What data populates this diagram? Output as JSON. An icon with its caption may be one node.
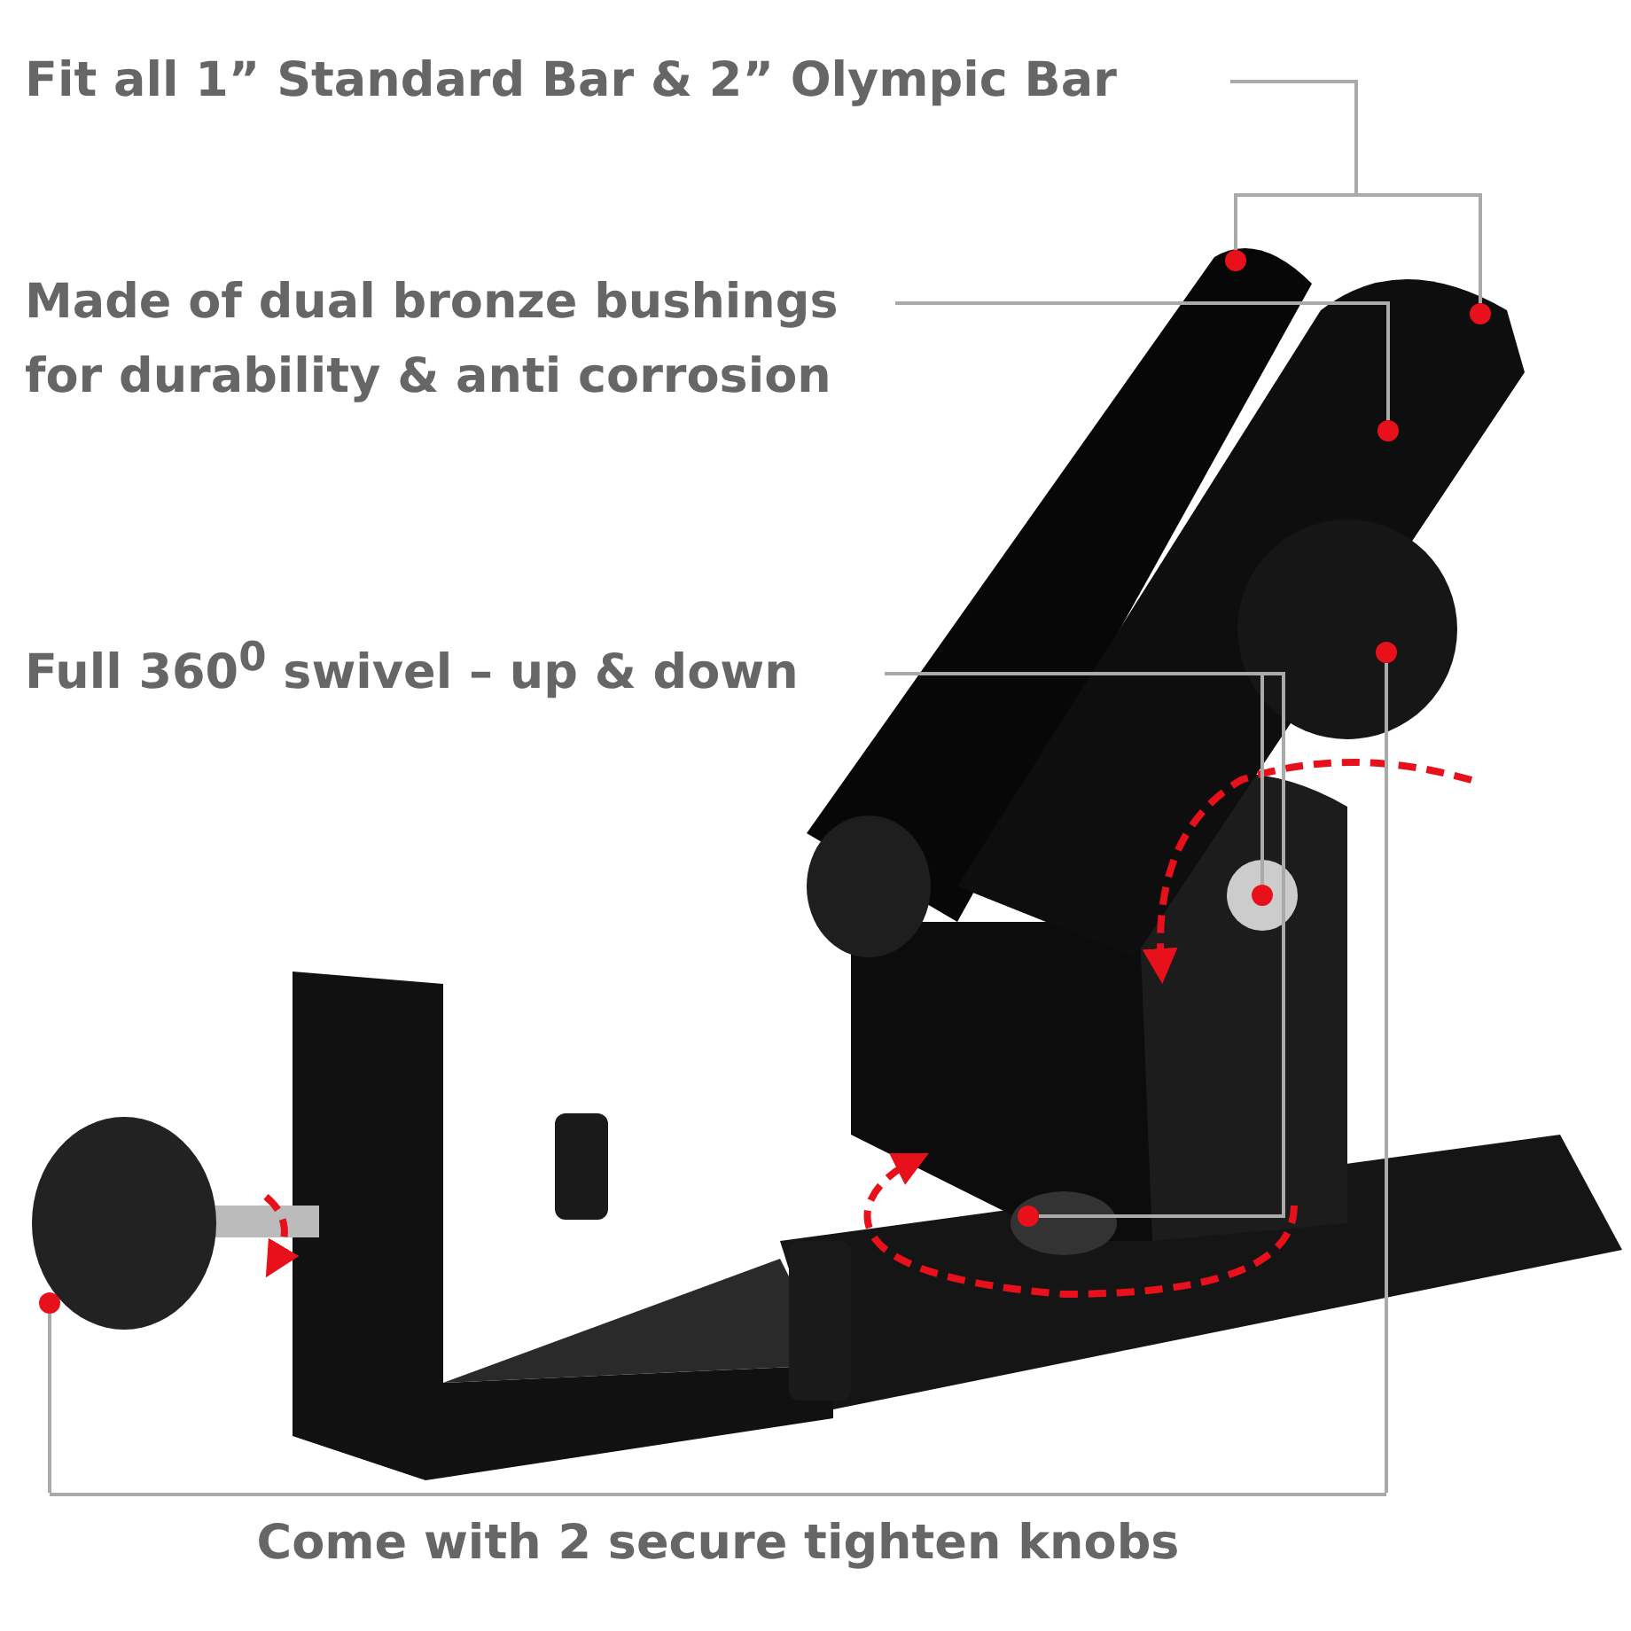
{
  "diagram": {
    "nodes": [
      {
        "text": [
          "Fit all 1” Standard Bar & 2” Olympic Bar"
        ]
      },
      {
        "text": [],
        "shape": "circle"
      },
      {
        "text": [],
        "shape": "circle"
      },
      {
        "text": [
          "Made of dual bronze bushings for durability & anti corrosion"
        ]
      },
      {
        "text": [],
        "shape": "circle"
      },
      {
        "text": [
          "Full 360$^{0}$ swivel – up & down"
        ]
      },
      {
        "text": [],
        "shape": "circle"
      },
      {
        "text": [],
        "shape": "circle"
      },
      {
        "text": [],
        "shape": "circle"
      },
      {
        "text": [],
        "shape": "circle"
      },
      {
        "text": [
          "Come with 2 secure tighten knobs"
        ]
      }
    ],
    "edges": [
      {
        "from": 0,
        "to": 1,
        "arrow": "none"
      },
      {
        "from": 0,
        "to": 2,
        "arrow": "none"
      },
      {
        "from": 3,
        "to": 4,
        "arrow": "none"
      },
      {
        "from": 5,
        "to": 6,
        "arrow": "none"
      },
      {
        "from": 5,
        "to": 7,
        "arrow": "none"
      },
      {
        "from": 10,
        "to": 8,
        "arrow": "none"
      },
      {
        "from": 10,
        "to": 9,
        "arrow": "none"
      }
    ]
  }
}
